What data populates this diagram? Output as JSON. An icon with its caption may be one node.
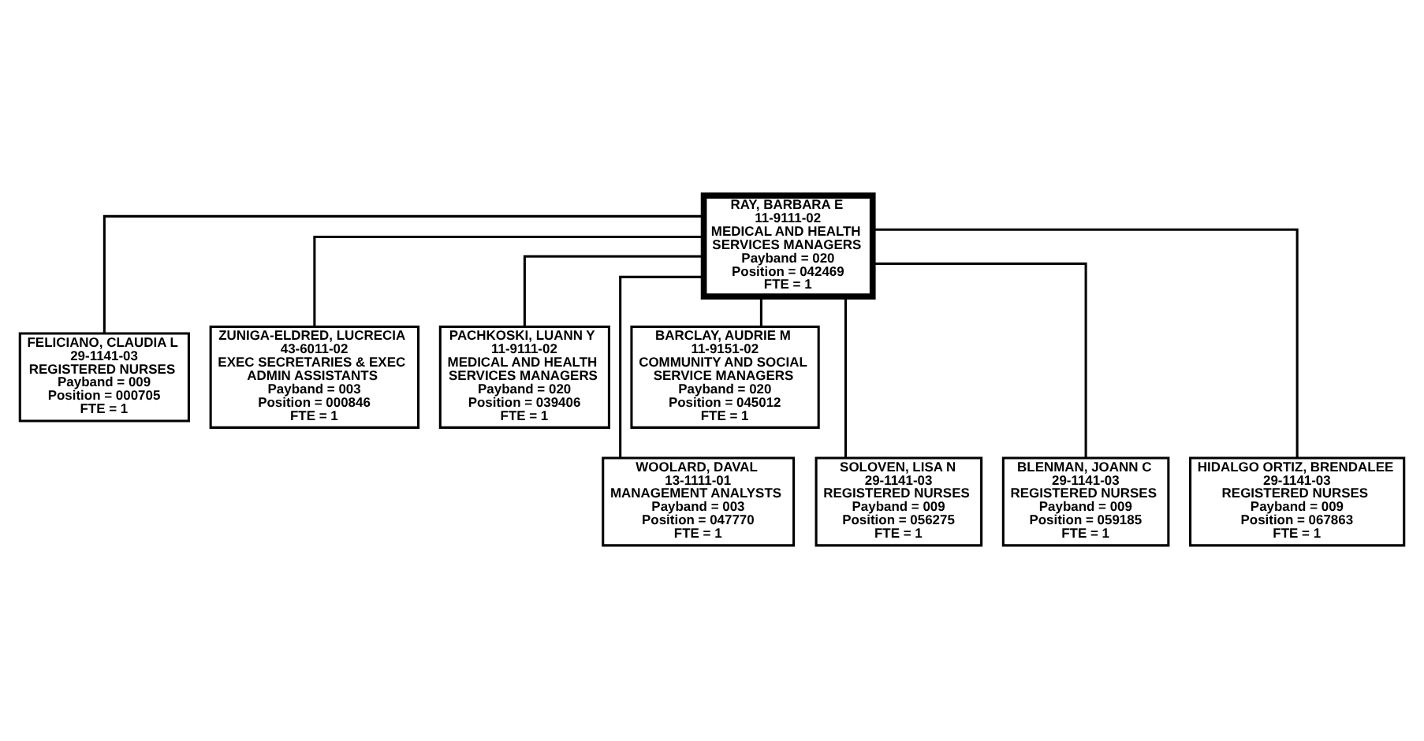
{
  "diagram": {
    "nodes": [
      {
        "text": [
          "RAY, BARBARA E",
          "11-9111-02",
          "MEDICAL AND HEALTH SERVICES MANAGERS",
          "Payband = 020",
          "Position = 042469",
          "FTE = 1"
        ]
      },
      {
        "text": [
          "FELICIANO, CLAUDIA L",
          "29-1141-03",
          "REGISTERED NURSES",
          "Payband = 009",
          "Position = 000705",
          "FTE = 1"
        ]
      },
      {
        "text": [
          "ZUNIGA-ELDRED, LUCRECIA",
          "43-6011-02",
          "EXEC SECRETARIES & EXEC ADMIN ASSISTANTS",
          "Payband = 003",
          "Position = 000846",
          "FTE = 1"
        ]
      },
      {
        "text": [
          "PACHKOSKI, LUANN Y",
          "11-9111-02",
          "MEDICAL AND HEALTH SERVICES MANAGERS",
          "Payband = 020",
          "Position = 039406",
          "FTE = 1"
        ]
      },
      {
        "text": [
          "BARCLAY, AUDRIE M",
          "11-9151-02",
          "COMMUNITY AND SOCIAL SERVICE MANAGERS",
          "Payband = 020",
          "Position = 045012",
          "FTE = 1"
        ]
      },
      {
        "text": [
          "WOOLARD, DAVAL",
          "13-1111-01",
          "MANAGEMENT ANALYSTS",
          "Payband = 003",
          "Position = 047770",
          "FTE = 1"
        ]
      },
      {
        "text": [
          "SOLOVEN, LISA N",
          "29-1141-03",
          "REGISTERED NURSES",
          "Payband = 009",
          "Position = 056275",
          "FTE = 1"
        ]
      },
      {
        "text": [
          "BLENMAN, JOANN C",
          "29-1141-03",
          "REGISTERED NURSES",
          "Payband = 009",
          "Position = 059185",
          "FTE = 1"
        ]
      },
      {
        "text": [
          "HIDALGO ORTIZ, BRENDALEE",
          "29-1141-03",
          "REGISTERED NURSES",
          "Payband = 009",
          "Position = 067863",
          "FTE = 1"
        ]
      }
    ],
    "edges": [
      {
        "from": 0,
        "to": 1,
        "arrow": "none"
      },
      {
        "from": 0,
        "to": 2,
        "arrow": "none"
      },
      {
        "from": 0,
        "to": 3,
        "arrow": "none"
      },
      {
        "from": 0,
        "to": 4,
        "arrow": "none"
      },
      {
        "from": 0,
        "to": 5,
        "arrow": "none"
      },
      {
        "from": 0,
        "to": 6,
        "arrow": "none"
      },
      {
        "from": 0,
        "to": 7,
        "arrow": "none"
      },
      {
        "from": 0,
        "to": 8,
        "arrow": "none"
      }
    ]
  }
}
